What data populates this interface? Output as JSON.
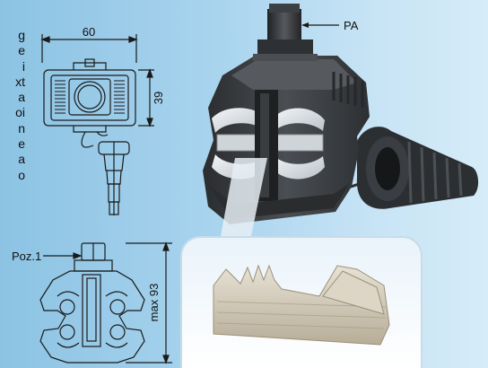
{
  "side_text_lines": [
    "g",
    "e",
    "i",
    "xt",
    "a",
    "oi",
    "n",
    "e",
    "a",
    "o"
  ],
  "labels": {
    "pa": "PA",
    "poz": "Poz.1",
    "dim_width": "60",
    "dim_height": "39",
    "dim_max": "max 93"
  },
  "colors": {
    "background": "#a9d4ee",
    "drawing_line": "#1a1a1a",
    "connector_body": "#3a3d40",
    "zoom_panel_border": "#c8dbe8"
  }
}
